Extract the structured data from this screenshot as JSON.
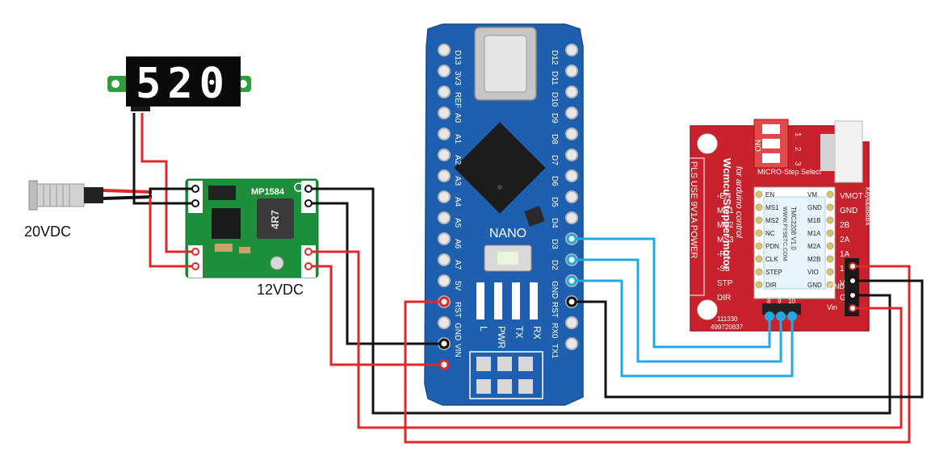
{
  "labels": {
    "input_voltage": "20VDC",
    "output_voltage": "12VDC"
  },
  "voltmeter": {
    "display": "520",
    "digit_color": "#ffffff",
    "face_color": "#0a0a0a",
    "pcb_color": "#2e9e3c"
  },
  "buck_converter": {
    "chip_label": "MP1584",
    "inductor_label": "4R7",
    "pcb_color": "#1d8f3a"
  },
  "arduino": {
    "board_label": "NANO",
    "pcb_color": "#1f5fb0",
    "left_pins": [
      "D13",
      "3V3",
      "REF",
      "A0",
      "A1",
      "A2",
      "A3",
      "A4",
      "A5",
      "A6",
      "A7",
      "5V",
      "RST",
      "GND",
      "VIN"
    ],
    "right_pins": [
      "D12",
      "D11",
      "D10",
      "D9",
      "D8",
      "D7",
      "D6",
      "D5",
      "D4",
      "D3",
      "D2",
      "GND",
      "RST",
      "RX0",
      "TX1"
    ],
    "leds": [
      "L",
      "PWR",
      "TX",
      "RX"
    ]
  },
  "stepper_board": {
    "title": "Wcmcu Stepper motor",
    "subtitle": "for arduino control",
    "warning": "PLS USE 9V1A POWER",
    "switch_label": "ON",
    "switch_numbers": [
      "1",
      "2",
      "3"
    ],
    "select_label": "MICRO-Step Select",
    "chip_lines": [
      "TMC2208 V1.0",
      "WWW.FYSETC.COM"
    ],
    "left_pins": [
      "-EN",
      "MS1",
      "MS2",
      "MS3",
      "-RT",
      "-SL",
      "STP",
      "DIR"
    ],
    "right_pins": [
      "VMOT",
      "GND",
      "2B",
      "2A",
      "1A",
      "1B",
      "VIO",
      "GND"
    ],
    "module_left_pins": [
      "EN",
      "MS1",
      "MS2",
      "NC",
      "PDN",
      "CLK",
      "STEP",
      "DIR"
    ],
    "module_right_pins": [
      "VM",
      "GND",
      "M1B",
      "M1A",
      "M2A",
      "M2B",
      "VIO",
      "GND"
    ],
    "bottom_pins": [
      "8",
      "9",
      "10"
    ],
    "connector_pins": [
      "GND",
      "Vin"
    ],
    "side_text": "Keys&8B8B4",
    "code_lines": [
      "111330",
      "499720837"
    ],
    "pcb_color": "#c8232c"
  },
  "wire_colors": {
    "red": "#e3262b",
    "black": "#111111",
    "blue": "#24a8e0"
  }
}
